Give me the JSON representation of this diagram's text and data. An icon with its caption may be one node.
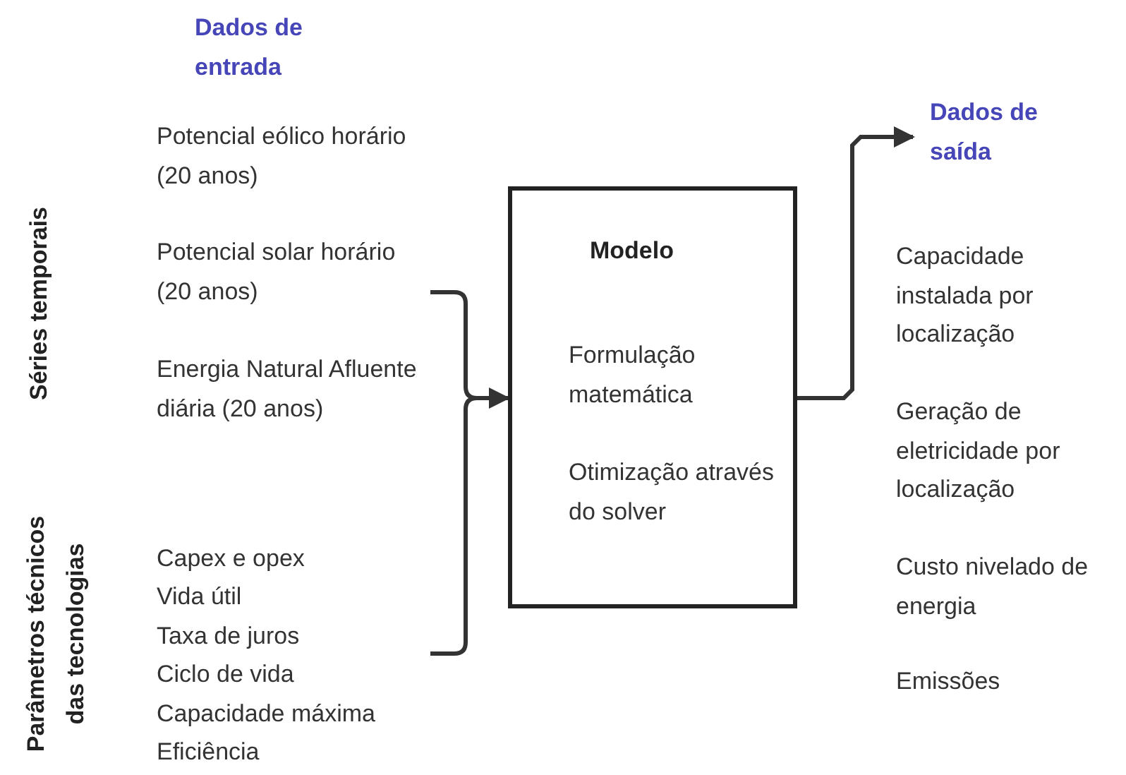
{
  "diagram": {
    "nodes": [
      {
        "text": [
          "Modelo",
          "Formulação matemática",
          "Otimização através do solver"
        ]
      },
      {
        "text": [
          "Dados de saída"
        ]
      }
    ],
    "edges": [
      {
        "from": null,
        "to": 0,
        "arrow": "to"
      },
      {
        "from": 0,
        "to": 1,
        "arrow": "to"
      }
    ],
    "labels": [
      "Dados de entrada",
      "Séries temporais",
      "Parâmetros técnicos das tecnologias",
      "Potencial eólico horário (20 anos)",
      "Potencial solar horário (20 anos)",
      "Energia Natural Afluente diária (20 anos)",
      "Capex e opex",
      "Vida útil",
      "Taxa de juros",
      "Ciclo de vida",
      "Capacidade máxima",
      "Eficiência",
      "Capacidade instalada por localização",
      "Geração de eletricidade por localização",
      "Custo nivelado de energia",
      "Emissões"
    ]
  }
}
